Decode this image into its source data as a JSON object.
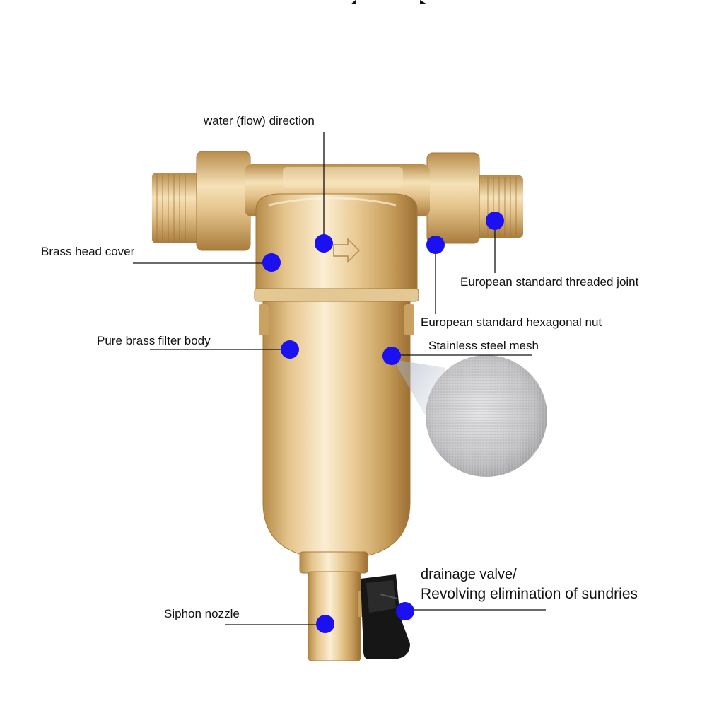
{
  "labels": {
    "flow_direction": "water (flow) direction",
    "head_cover": "Brass head cover",
    "threaded_joint": "European standard threaded joint",
    "hex_nut": "European standard hexagonal nut",
    "filter_body": "Pure brass filter body",
    "steel_mesh": "Stainless steel mesh",
    "drain_valve_line1": "drainage valve/",
    "drain_valve_line2": "Revolving elimination of sundries",
    "siphon_nozzle": "Siphon nozzle"
  },
  "colors": {
    "marker": "#1a10f0",
    "brass_light": "#f3dcae",
    "brass_mid": "#dcb878",
    "brass_dark": "#a77a3a",
    "valve_handle": "#141414",
    "mesh": "#c9c9cc",
    "leader_line": "#111111"
  }
}
